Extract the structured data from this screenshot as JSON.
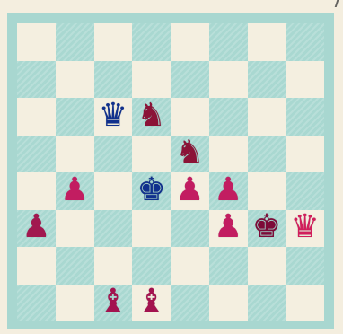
{
  "board": {
    "light_color": "#f4efe0",
    "dark_color": "#a9d8d1",
    "frame_color": "#a8d7d0"
  },
  "pieces": [
    {
      "square": "c6",
      "glyph": "♛",
      "name": "black-queen-icon",
      "color": "#10308d"
    },
    {
      "square": "d6",
      "glyph": "♞",
      "name": "white-knight-icon",
      "color": "#8b1337"
    },
    {
      "square": "e5",
      "glyph": "♞",
      "name": "white-knight-icon",
      "color": "#8b1337"
    },
    {
      "square": "b4",
      "glyph": "♟",
      "name": "white-pawn-icon",
      "color": "#c21d61"
    },
    {
      "square": "d4",
      "glyph": "♚",
      "name": "black-king-icon",
      "color": "#10308d"
    },
    {
      "square": "e4",
      "glyph": "♟",
      "name": "white-pawn-icon",
      "color": "#c21d61"
    },
    {
      "square": "f4",
      "glyph": "♟",
      "name": "white-pawn-icon",
      "color": "#c21d61"
    },
    {
      "square": "a3",
      "glyph": "♟",
      "name": "white-pawn-icon",
      "color": "#a1184f"
    },
    {
      "square": "f3",
      "glyph": "♟",
      "name": "white-pawn-icon",
      "color": "#c21d61"
    },
    {
      "square": "g3",
      "glyph": "♚",
      "name": "white-king-icon",
      "color": "#7d0a38"
    },
    {
      "square": "h3",
      "glyph": "♛",
      "name": "white-queen-icon",
      "color": "#d11e5b"
    },
    {
      "square": "c1",
      "glyph": "♝",
      "name": "white-bishop-icon",
      "color": "#a3134f"
    },
    {
      "square": "d1",
      "glyph": "♝",
      "name": "white-bishop-icon",
      "color": "#a3134f"
    }
  ]
}
